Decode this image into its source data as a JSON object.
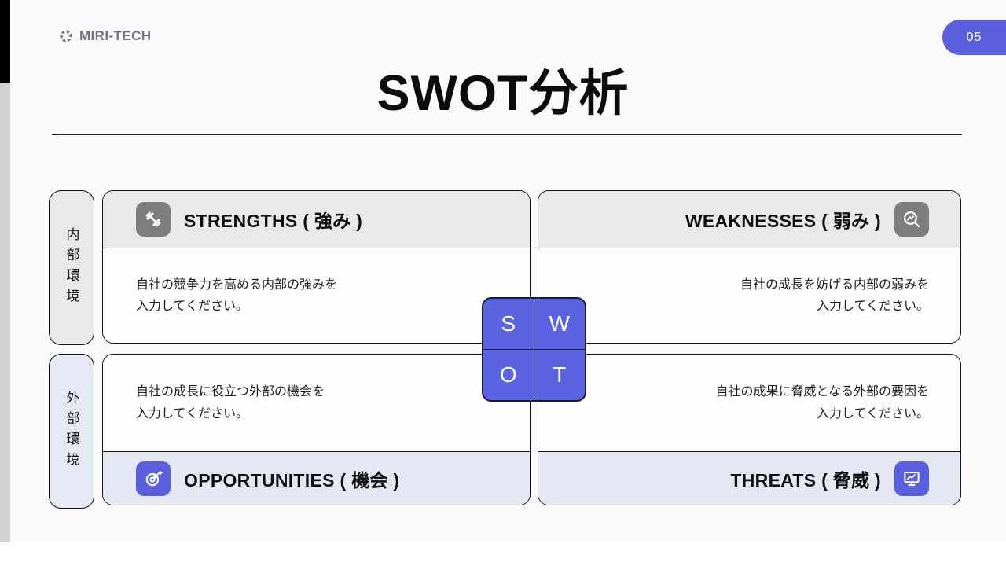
{
  "brand": {
    "name": "MIRI-TECH"
  },
  "page_badge": "05",
  "title": "SWOT分析",
  "row_labels": {
    "internal": "内部環境",
    "external": "外部環境"
  },
  "quadrants": {
    "strengths": {
      "title": "STRENGTHS ( 強み )",
      "body": "自社の競争力を高める内部の強みを\n入力してください。",
      "icon": "dumbbell-icon"
    },
    "weaknesses": {
      "title": "WEAKNESSES ( 弱み )",
      "body": "自社の成長を妨げる内部の弱みを\n入力してください。",
      "icon": "magnifier-trend-icon"
    },
    "opportunities": {
      "title": "OPPORTUNITIES ( 機会 )",
      "body": "自社の成長に役立つ外部の機会を\n入力してください。",
      "icon": "target-arrow-icon"
    },
    "threats": {
      "title": "THREATS ( 脅威 )",
      "body": "自社の成果に脅威となる外部の要因を\n入力してください。",
      "icon": "monitor-chart-icon"
    }
  },
  "center_matrix": {
    "s": "S",
    "w": "W",
    "o": "O",
    "t": "T"
  },
  "colors": {
    "accent_purple": "#5a5fde",
    "matrix_purple": "#5a63e1",
    "icon_gray": "#7d7d7d",
    "header_gray": "#e9e9e9",
    "header_blue": "#e4e8f2",
    "label_blue": "#e4e9f3",
    "card_border": "#141414",
    "edge_black": "#000000",
    "edge_gray": "#d2d2d2"
  }
}
